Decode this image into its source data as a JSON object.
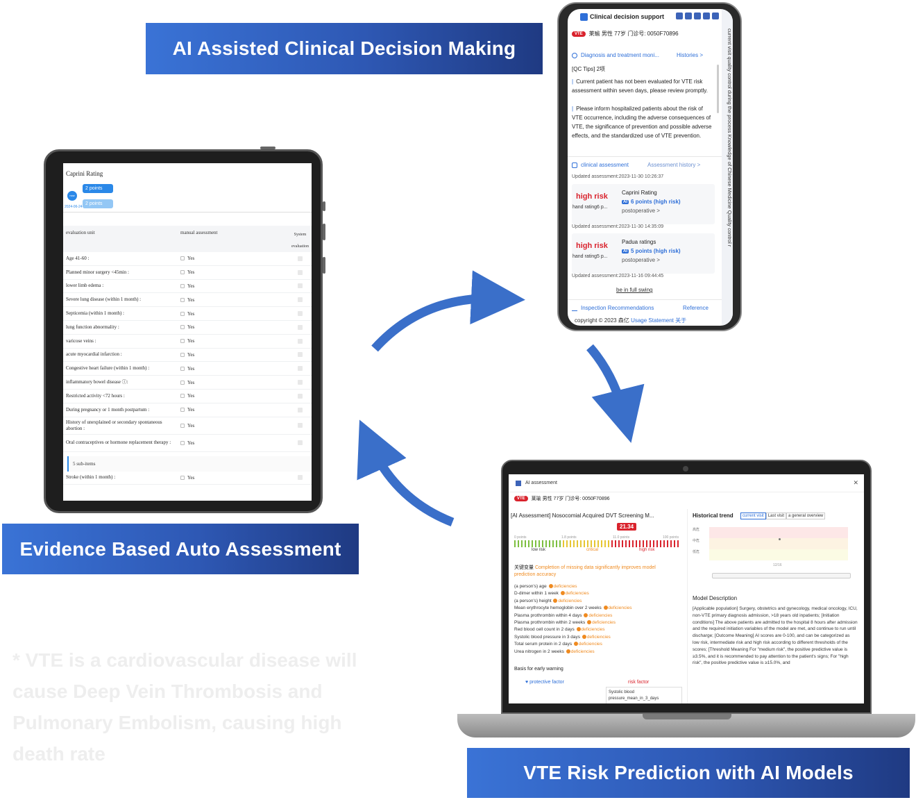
{
  "banners": {
    "top": "AI Assisted Clinical Decision Making",
    "left": "Evidence Based Auto Assessment",
    "bottom": "VTE Risk Prediction with AI Models"
  },
  "note": "* VTE is a cardiovascular disease will cause Deep Vein Thrombosis and Pulmonary Embolism, causing high death rate",
  "colors": {
    "banner_start": "#3a73d6",
    "banner_end": "#1f3a82",
    "arrow": "#3a6fc9",
    "risk_red": "#d9232d",
    "accent_blue": "#2e6fd8",
    "deficiency_orange": "#ef8a1f"
  },
  "tablet": {
    "title": "Caprini Rating",
    "chip_a": "2 points",
    "chip_b": "2 points",
    "circle": "now",
    "date": "2024-06-24",
    "headers": {
      "unit": "evaluation unit",
      "manual": "manual assessment",
      "system_1": "System",
      "system_2": "evaluation"
    },
    "yes": "Yes",
    "rows": [
      "Age 41-60 :",
      "Planned minor surgery <45min :",
      "lower limb edema :",
      "Severe lung disease (within 1 month) :",
      "Septicemia (within 1 month) :",
      "lung function abnormality :",
      "varicose veins :",
      "acute myocardial infarction :",
      "Congestive heart failure (within 1 month) :",
      "inflammatory bowel disease ⓘ:",
      "Restricted activity <72 hours :",
      "During pregnancy or 1 month postpartum :",
      "History of unexplained or secondary spontaneous abortion :",
      "Oral contraceptives or hormone replacement therapy :"
    ],
    "sub_items": "5 sub-items",
    "stroke_row": "Stroke (within 1 month) :"
  },
  "phone": {
    "header": "Clinical decision support",
    "vte": "VTE",
    "patient": "莱瑜  男性  77岁  门诊号: 0050F70896",
    "monitor": "Diagnosis and treatment moni...",
    "histories": "Histories >",
    "qc_tips": "[QC Tips] 2项",
    "tip1": "Current patient has not been evaluated for VTE risk assessment within seven days, please review promptly.",
    "tip2": "Please inform hospitalized patients about the risk of VTE occurrence, including the adverse consequences of VTE, the significance of prevention and possible adverse effects, and the standardized use of VTE prevention.",
    "clinical_assessment": "clinical assessment",
    "assessment_history": "Assessment history >",
    "updated1": "Updated assessment:2023-11-30 10:26:37",
    "card1": {
      "risk": "high risk",
      "hand": "hand rating6 p...",
      "name": "Caprini Rating",
      "ai_badge": "AI",
      "ai": "6 points (high risk)",
      "post": "postoperative  >"
    },
    "updated2": "Updated assessment:2023-11-30 14:35:09",
    "card2": {
      "risk": "high risk",
      "hand": "hand rating5 p...",
      "name": "Padua ratings",
      "ai_badge": "AI",
      "ai": "5 points (high risk)",
      "post": "postoperative  >"
    },
    "updated3": "Updated assessment:2023-11-16 09:44:45",
    "full_swing": "be in full swing",
    "inspection": "Inspection Recommendations",
    "reference": "Reference",
    "copyright": "copyright © 2023 森亿",
    "usage": "Usage Statement  关于",
    "side": "current visit   quality control during the process   Knowledge of Chinese Medicine   Quality control r"
  },
  "laptop": {
    "header": "AI assessment",
    "vte": "VTE",
    "patient": "莱瑜  男性  77岁  门诊号: 0050F70896",
    "left_title": "[AI Assessment] Nosocomial Acquired DVT Screening M...",
    "score": "21.34",
    "g0": "0 points",
    "g1": "1.8 points",
    "g2": "11.0 points",
    "g3": "100 points",
    "low": "low risk",
    "critical": "critical",
    "high": "high risk",
    "key_label": "关键变量",
    "key_text": "Completion of missing data significantly improves model prediction accuracy",
    "deficiencies": "deficiencies",
    "vars": [
      "(a person's) age",
      "D-dimer within 1 week",
      "(a person's) height",
      "Mean erythrocyte hemoglobin over 2 weeks",
      "Plasma prothrombin within 4 days",
      "Plasma prothrombin within 2 weeks",
      "Red blood cell count in 2 days",
      "Systolic blood pressure in 3 days",
      "Total serum protein in 2 days",
      "Urea nitrogen in 2 weeks"
    ],
    "basis": "Basis for early warning",
    "protective": "protective factor",
    "risk_factor": "risk factor",
    "risk_box": "Systolic blood pressure_mean_in_3_days",
    "hist": "Historical trend",
    "tabs": [
      "current visit",
      "Last visit",
      "a general overview"
    ],
    "band_high": "高危",
    "band_mid": "中危",
    "band_low": "低危",
    "plot_date": "12/16",
    "model_title": "Model Description",
    "model_text": "[Applicable population] Surgery, obstetrics and gynecology, medical oncology, ICU, non-VTE primary diagnosis admission, >18 years old inpatients; [Initiation conditions] The above patients are admitted to the hospital 8 hours after admission and the required initiation variables of the model are met, and continue to run until discharge; [Outcome Meaning] AI scores are 0-100, and can be categorized as low risk, intermediate risk and high risk according to different thresholds of the scores; [Threshold Meaning For \"medium risk\", the positive predictive value is ≥3.5%, and it is recommended to pay attention to the patient's signs; For \"high risk\", the positive predictive value is ≥15.0%, and"
  }
}
